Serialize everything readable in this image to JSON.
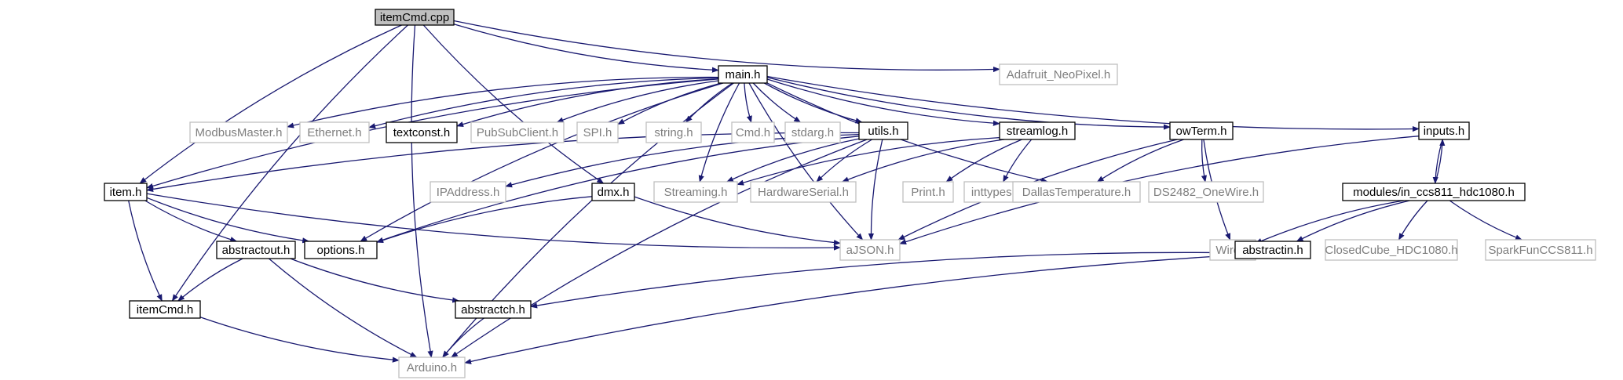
{
  "nodes": {
    "itemCmd_cpp": {
      "label": "itemCmd.cpp",
      "kind": "root"
    },
    "Adafruit_NeoPixel_h": {
      "label": "Adafruit_NeoPixel.h",
      "kind": "external"
    },
    "main_h": {
      "label": "main.h",
      "kind": "local"
    },
    "ModbusMaster_h": {
      "label": "ModbusMaster.h",
      "kind": "external"
    },
    "Ethernet_h": {
      "label": "Ethernet.h",
      "kind": "external"
    },
    "textconst_h": {
      "label": "textconst.h",
      "kind": "local"
    },
    "PubSubClient_h": {
      "label": "PubSubClient.h",
      "kind": "external"
    },
    "SPI_h": {
      "label": "SPI.h",
      "kind": "external"
    },
    "string_h": {
      "label": "string.h",
      "kind": "external"
    },
    "Cmd_h": {
      "label": "Cmd.h",
      "kind": "external"
    },
    "stdarg_h": {
      "label": "stdarg.h",
      "kind": "external"
    },
    "utils_h": {
      "label": "utils.h",
      "kind": "local"
    },
    "streamlog_h": {
      "label": "streamlog.h",
      "kind": "local"
    },
    "owTerm_h": {
      "label": "owTerm.h",
      "kind": "local"
    },
    "inputs_h": {
      "label": "inputs.h",
      "kind": "local"
    },
    "item_h": {
      "label": "item.h",
      "kind": "local"
    },
    "IPAddress_h": {
      "label": "IPAddress.h",
      "kind": "external"
    },
    "dmx_h": {
      "label": "dmx.h",
      "kind": "local"
    },
    "Streaming_h": {
      "label": "Streaming.h",
      "kind": "external"
    },
    "HardwareSerial_h": {
      "label": "HardwareSerial.h",
      "kind": "external"
    },
    "Print_h": {
      "label": "Print.h",
      "kind": "external"
    },
    "inttypes_h": {
      "label": "inttypes.h",
      "kind": "external"
    },
    "DallasTemperature_h": {
      "label": "DallasTemperature.h",
      "kind": "external"
    },
    "DS2482_OneWire_h": {
      "label": "DS2482_OneWire.h",
      "kind": "external"
    },
    "modules_in_ccs811_hdc1080_h": {
      "label": "modules/in_ccs811_hdc1080.h",
      "kind": "local"
    },
    "abstractout_h": {
      "label": "abstractout.h",
      "kind": "local"
    },
    "options_h": {
      "label": "options.h",
      "kind": "local"
    },
    "aJSON_h": {
      "label": "aJSON.h",
      "kind": "external"
    },
    "Wire_h": {
      "label": "Wire.h",
      "kind": "external"
    },
    "abstractin_h": {
      "label": "abstractin.h",
      "kind": "local"
    },
    "ClosedCube_HDC1080_h": {
      "label": "ClosedCube_HDC1080.h",
      "kind": "external"
    },
    "SparkFunCCS811_h": {
      "label": "SparkFunCCS811.h",
      "kind": "external"
    },
    "itemCmd_h": {
      "label": "itemCmd.h",
      "kind": "local"
    },
    "abstractch_h": {
      "label": "abstractch.h",
      "kind": "local"
    },
    "Arduino_h": {
      "label": "Arduino.h",
      "kind": "external"
    }
  },
  "edges": [
    [
      "itemCmd_cpp",
      "Adafruit_NeoPixel_h"
    ],
    [
      "itemCmd_cpp",
      "main_h"
    ],
    [
      "itemCmd_cpp",
      "item_h"
    ],
    [
      "itemCmd_cpp",
      "itemCmd_h"
    ],
    [
      "itemCmd_cpp",
      "Arduino_h"
    ],
    [
      "itemCmd_cpp",
      "dmx_h"
    ],
    [
      "main_h",
      "ModbusMaster_h"
    ],
    [
      "main_h",
      "Ethernet_h"
    ],
    [
      "main_h",
      "textconst_h"
    ],
    [
      "main_h",
      "PubSubClient_h"
    ],
    [
      "main_h",
      "SPI_h"
    ],
    [
      "main_h",
      "string_h"
    ],
    [
      "main_h",
      "Cmd_h"
    ],
    [
      "main_h",
      "stdarg_h"
    ],
    [
      "main_h",
      "utils_h"
    ],
    [
      "main_h",
      "streamlog_h"
    ],
    [
      "main_h",
      "owTerm_h"
    ],
    [
      "main_h",
      "inputs_h"
    ],
    [
      "main_h",
      "item_h"
    ],
    [
      "main_h",
      "options_h"
    ],
    [
      "main_h",
      "aJSON_h"
    ],
    [
      "main_h",
      "DallasTemperature_h"
    ],
    [
      "main_h",
      "Arduino_h"
    ],
    [
      "main_h",
      "Streaming_h"
    ],
    [
      "utils_h",
      "item_h"
    ],
    [
      "utils_h",
      "IPAddress_h"
    ],
    [
      "utils_h",
      "Streaming_h"
    ],
    [
      "utils_h",
      "HardwareSerial_h"
    ],
    [
      "utils_h",
      "options_h"
    ],
    [
      "utils_h",
      "aJSON_h"
    ],
    [
      "utils_h",
      "Arduino_h"
    ],
    [
      "streamlog_h",
      "Streaming_h"
    ],
    [
      "streamlog_h",
      "HardwareSerial_h"
    ],
    [
      "streamlog_h",
      "Print_h"
    ],
    [
      "streamlog_h",
      "inttypes_h"
    ],
    [
      "owTerm_h",
      "DallasTemperature_h"
    ],
    [
      "owTerm_h",
      "DS2482_OneWire_h"
    ],
    [
      "owTerm_h",
      "aJSON_h"
    ],
    [
      "owTerm_h",
      "Wire_h"
    ],
    [
      "inputs_h",
      "aJSON_h"
    ],
    [
      "inputs_h",
      "modules_in_ccs811_hdc1080_h"
    ],
    [
      "modules_in_ccs811_hdc1080_h",
      "inputs_h"
    ],
    [
      "modules_in_ccs811_hdc1080_h",
      "Wire_h"
    ],
    [
      "modules_in_ccs811_hdc1080_h",
      "abstractin_h"
    ],
    [
      "modules_in_ccs811_hdc1080_h",
      "ClosedCube_HDC1080_h"
    ],
    [
      "modules_in_ccs811_hdc1080_h",
      "SparkFunCCS811_h"
    ],
    [
      "item_h",
      "abstractout_h"
    ],
    [
      "item_h",
      "options_h"
    ],
    [
      "item_h",
      "aJSON_h"
    ],
    [
      "item_h",
      "itemCmd_h"
    ],
    [
      "dmx_h",
      "options_h"
    ],
    [
      "dmx_h",
      "aJSON_h"
    ],
    [
      "abstractout_h",
      "itemCmd_h"
    ],
    [
      "abstractout_h",
      "abstractch_h"
    ],
    [
      "abstractout_h",
      "Arduino_h"
    ],
    [
      "abstractin_h",
      "abstractch_h"
    ],
    [
      "abstractin_h",
      "Arduino_h"
    ],
    [
      "itemCmd_h",
      "Arduino_h"
    ],
    [
      "abstractch_h",
      "Arduino_h"
    ]
  ],
  "colors": {
    "edge": "#191970",
    "local_border": "#000000",
    "external_border": "#bfbfbf",
    "external_text": "#7f7f7f",
    "root_fill": "#bfbfbf",
    "local_text": "#000000"
  }
}
